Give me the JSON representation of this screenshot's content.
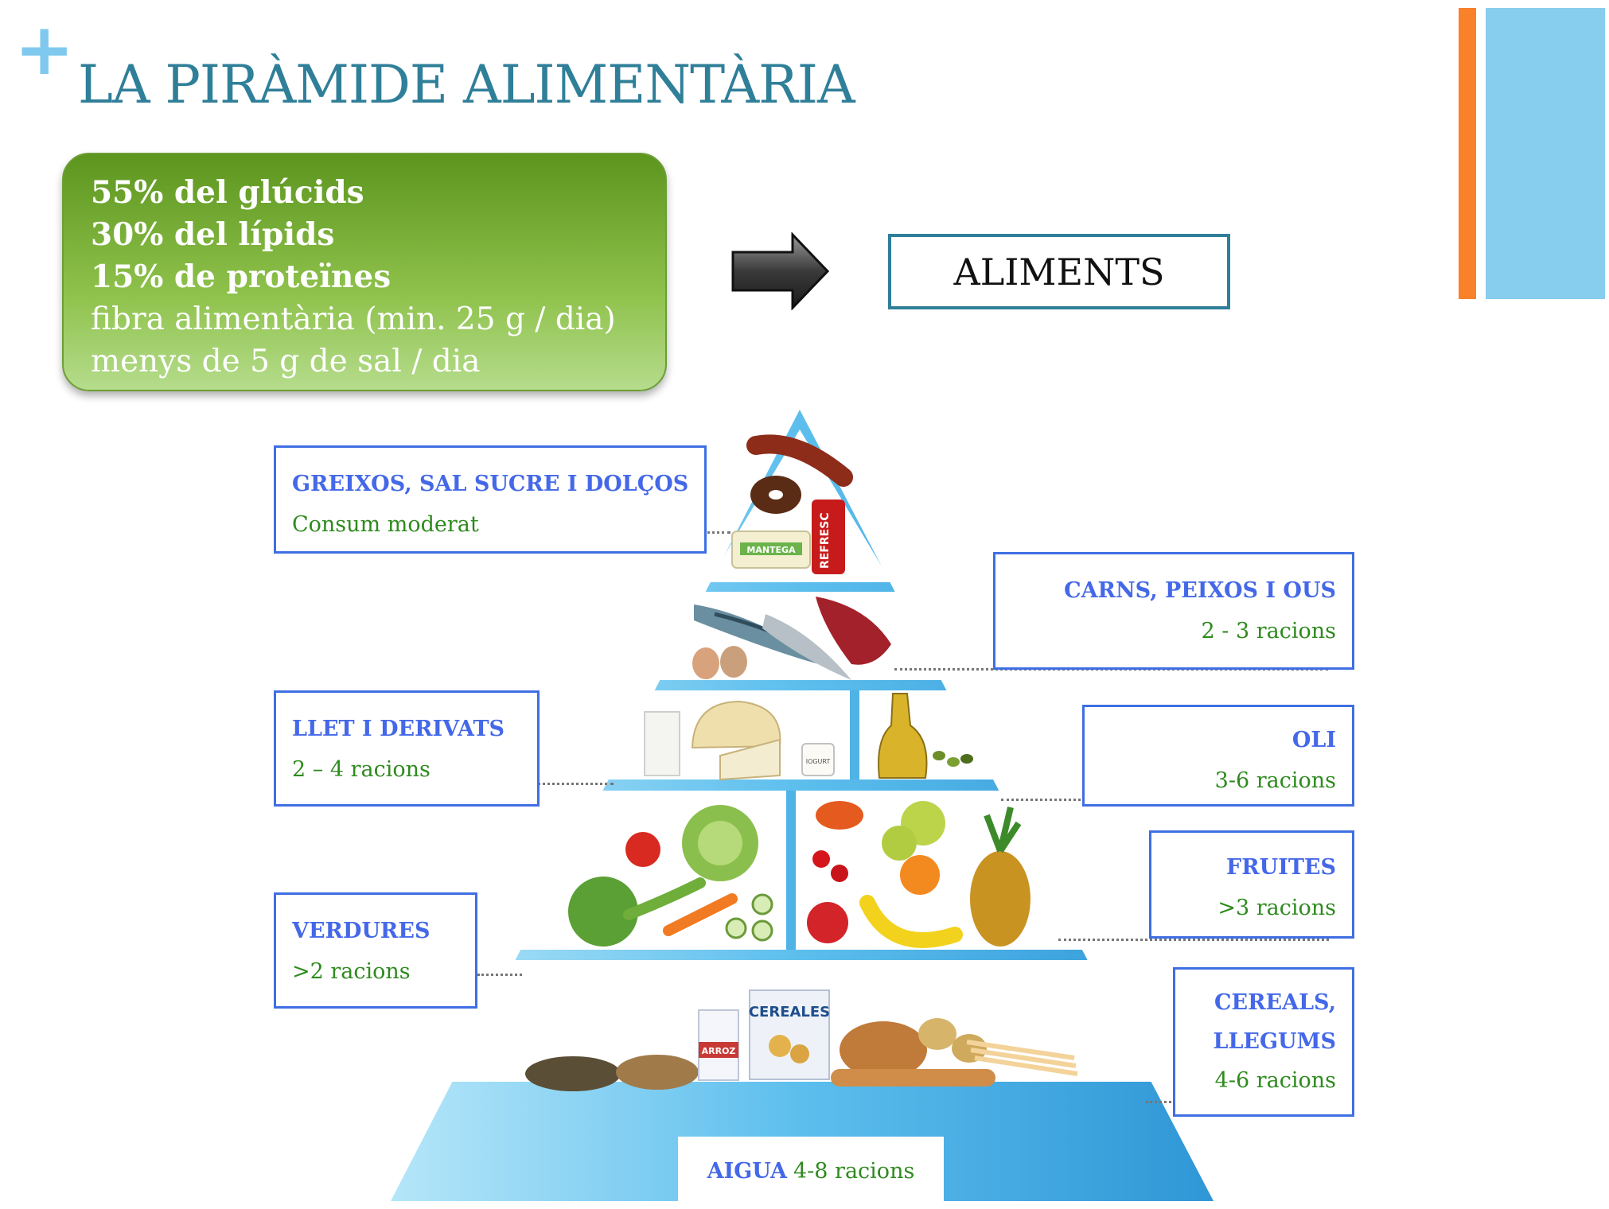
{
  "slide": {
    "title": "LA PIRÀMIDE ALIMENTÀRIA",
    "plus_symbol": "+",
    "accent_orange": "#f8812a",
    "accent_blue": "#86cdee"
  },
  "nutrients": {
    "lines": [
      {
        "text": "55% del glúcids",
        "bold": true
      },
      {
        "text": "30% del lípids",
        "bold": true
      },
      {
        "text": "15% de proteïnes",
        "bold": true
      },
      {
        "text": "fibra alimentària (min. 25 g / dia)",
        "bold": false
      },
      {
        "text": "menys de 5 g de sal / dia",
        "bold": false
      }
    ]
  },
  "aliments_label": "ALIMENTS",
  "pyramid": {
    "groups": {
      "greixos": {
        "name": "GREIXOS, SAL SUCRE I DOLÇOS",
        "qty": "Consum moderat"
      },
      "carns": {
        "name": "CARNS, PEIXOS I OUS",
        "qty": "2 - 3 racions"
      },
      "llet": {
        "name": "LLET I DERIVATS",
        "qty": "2 – 4 racions"
      },
      "oli": {
        "name": "OLI",
        "qty": "3-6 racions"
      },
      "fruites": {
        "name": "FRUITES",
        "qty": ">3 racions"
      },
      "verdures": {
        "name": "VERDURES",
        "qty": ">2 racions"
      },
      "cereals": {
        "name1": "CEREALS,",
        "name2": "LLEGUMS",
        "qty": "4-6 racions"
      },
      "aigua": {
        "name": "AIGUA",
        "qty": "4-8 racions"
      }
    },
    "product_labels": {
      "mantega": "MANTEGA",
      "refresc": "REFRESC",
      "iogurt": "IOGURT",
      "arroz": "ARROZ",
      "cereales": "CEREALES"
    },
    "colors": {
      "frame": "#3aa5de",
      "frame_light": "#7fcff2",
      "label_border": "#3f6fe3"
    }
  }
}
